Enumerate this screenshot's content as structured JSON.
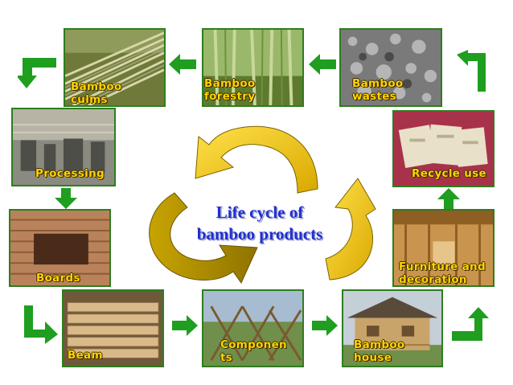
{
  "center": {
    "title": "Life cycle of\nbamboo products"
  },
  "tiles": {
    "culms": "Bamboo\nculms",
    "forestry": "Bamboo\nforestry",
    "wastes": "Bamboo\nwastes",
    "processing": "Processing",
    "recycle": "Recycle use",
    "boards": "Boards",
    "furniture": "Furniture and\ndecoration",
    "beam": "Beam",
    "components": "Componen\nts",
    "house": "Bamboo\nhouse"
  },
  "colors": {
    "arrow_green": "#1f9e1f",
    "tile_border": "#2e7d1f",
    "label_yellow": "#ffd400",
    "title_blue": "#1f2fd0",
    "cycle_gold": "#f2c200",
    "cycle_dark_gold": "#a88a00"
  }
}
